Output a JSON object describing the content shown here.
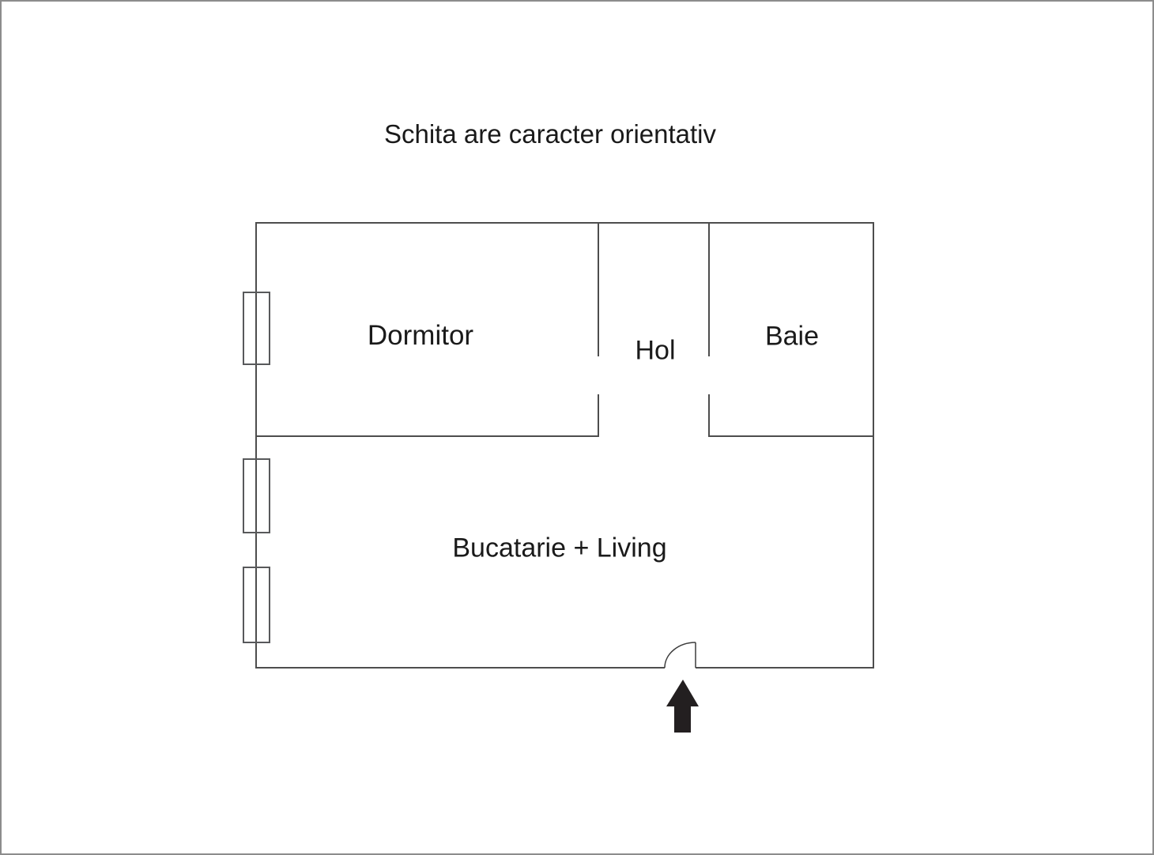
{
  "title": "Schita are caracter orientativ",
  "rooms": {
    "dormitor": "Dormitor",
    "hol": "Hol",
    "baie": "Baie",
    "bucatarie_living": "Bucatarie + Living"
  },
  "symbols": {
    "windows_count": 3,
    "entrance_door": "door-swing-arc",
    "entrance_direction": "arrow-up"
  },
  "colors": {
    "background": "#ffffff",
    "page_border": "#8c8c8c",
    "wall_stroke": "#4d4d4d",
    "window_stroke": "#58595b",
    "door_stroke": "#3c3c3c",
    "arrow_fill": "#231f20",
    "text": "#1a1a1a"
  }
}
